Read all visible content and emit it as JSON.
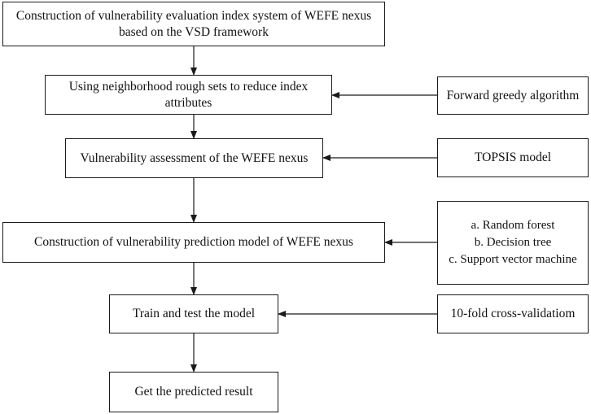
{
  "steps": {
    "construct_index": {
      "line1": "Construction of vulnerability evaluation index system of WEFE nexus",
      "line2": "based on the VSD framework"
    },
    "reduce_attributes": {
      "line1": "Using neighborhood rough sets to reduce index",
      "line2": "attributes"
    },
    "assessment": {
      "text": "Vulnerability assessment of the WEFE nexus"
    },
    "prediction_model": {
      "text": "Construction of  vulnerability prediction model of WEFE nexus"
    },
    "train_test": {
      "text": "Train and test the model"
    },
    "result": {
      "text": "Get the predicted result"
    }
  },
  "inputs": {
    "forward_greedy": {
      "text": "Forward greedy algorithm"
    },
    "topsis": {
      "text": "TOPSIS model"
    },
    "models": {
      "items": [
        "a. Random forest",
        "b. Decision tree",
        "c. Support vector machine"
      ]
    },
    "cross_validation": {
      "text": "10-fold cross-validatiom"
    }
  },
  "colors": {
    "stroke": "#1a1a1a",
    "text": "#111111",
    "background": "#ffffff"
  }
}
